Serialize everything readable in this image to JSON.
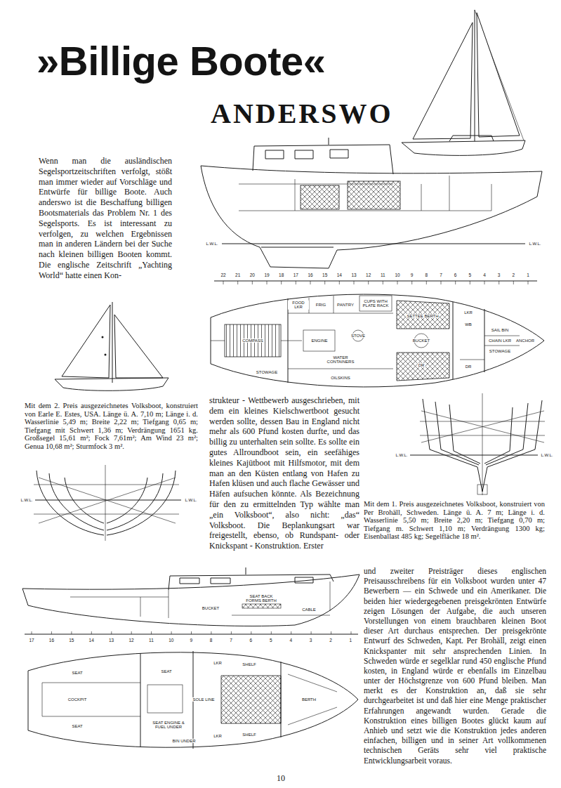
{
  "diagram": {
    "title": "»Billige Boote«",
    "labels": [
      "ANDERSWO",
      "Wenn man die ausländischen Segelsportzeitschriften verfolgt, stößt man immer wieder auf Vorschläge und Entwürfe für billige Boote. Auch anderswo ist die Beschaffung billigen Bootsmaterials das Problem Nr. 1 des Segelsports. Es ist interessant zu verfolgen, zu welchen Ergebnissen man in anderen Ländern bei der Suche nach kleinen billigen Booten kommt. Die englische Zeitschrift „Yachting World“ hatte einen Kon-",
      "Mit dem 2. Preis ausgezeichnetes Volksboot, konstruiert von Earle E. Estes, USA. Länge ü. A. 7,10 m; Länge i. d. Wasserlinie 5,49 m; Breite 2,22 m; Tiefgang 0,65 m; Tiefgang mit Schwert 1,36 m; Verdrängung 1651 kg. Großsegel 15,61 m²; Fock 7,61m²; Am Wind 23 m²; Genua 10,68 m²; Sturmfock 3 m².",
      "strukteur - Wettbewerb ausgeschrieben, mit dem ein kleines Kielschwertboot gesucht werden sollte, dessen Bau in England nicht mehr als 600 Pfund kosten durfte, und das billig zu unterhalten sein sollte. Es sollte ein gutes Allroundboot sein, ein seefähiges kleines Kajütboot mit Hilfsmotor, mit dem man an den Küsten entlang von Hafen zu Hafen klüsen und auch flache Gewässer und Häfen aufsuchen könnte. Als Bezeichnung für den zu ermittelnden Typ wählte man „ein Volksboot“, also nicht: „das“ Volksboot. Die Beplankungsart war freigestellt, ebenso, ob Rundspant- oder Knickspant - Konstruktion. Erster",
      "Mit dem 1. Preis ausgezeichnetes Volksboot, konstruiert von Per Brohäll, Schweden. Länge ü. A. 7 m; Länge i. d. Wasserlinie 5,50 m; Breite 2,20 m; Tiefgang 0,70 m; Tiefgang m. Schwert 1,10 m; Verdrängung 1300 kg; Eisenballast 485 kg; Segelfläche 18 m².",
      "und zweiter Preisträger dieses englischen Preisausschreibens für ein Volksboot wurden unter 47 Bewerbern — ein Schwede und ein Amerikaner. Die beiden hier wiedergegebenen preisgekrönten Entwürfe zeigen Lösungen der Aufgabe, die auch unseren Vorstellungen von einem brauchbaren kleinen Boot dieser Art durchaus entsprechen. Der preisgekrönte Entwurf des Schweden, Kapt. Per Brohäll, zeigt einen Knickspanter mit sehr ansprechenden Linien. In Schweden würde er segelklar rund 450 englische Pfund kosten, in England würde er ebenfalls im Einzelbau unter der Höchstgrenze von 600 Pfund bleiben. Man merkt es der Konstruktion an, daß sie sehr durchgearbeitet ist und daß hier eine Menge praktischer Erfahrungen angewandt wurden. Gerade die Konstruktion eines billigen Bootes glückt kaum auf Anhieb und setzt wie die Konstruktion jedes anderen einfachen, billigen und in seiner Art vollkommenen technischen Geräts sehr viel praktische Entwicklungsarbeit voraus.",
      "10",
      "L.W.L.",
      "L.W.L.",
      "CUPS WITH PLATE RACK",
      "FOOD LKR",
      "FRIG",
      "PANTRY",
      "SETTEE BERTH",
      "LKR",
      "WB",
      "SAIL BIN",
      "BUCKET",
      "CHAIN LKR",
      "ANCHOR",
      "STOWAGE",
      "DR",
      "ENGINE",
      "STOVE",
      "WATER CONTAINERS",
      "STOWAGE",
      "OILSKINS",
      "DR",
      "COMPASS",
      "L.W.L.",
      "L.W.L.",
      "L.W.L.",
      "L.W.L.",
      "SEAT BACK FORMS BERTH",
      "BUCKET",
      "CABLE",
      "SEAT",
      "COCKPIT",
      "SEAT",
      "SEAT",
      "SEAT ENGINE & FUEL UNDER",
      "BIN UNDER",
      "LKR",
      "SHELF",
      "SHELF",
      "LKR",
      "SOLE LINE",
      "BERTH",
      "22",
      "21",
      "20",
      "19",
      "18",
      "17",
      "16",
      "15",
      "14",
      "13",
      "12",
      "11",
      "10",
      "9",
      "8",
      "7",
      "6",
      "5",
      "4",
      "3",
      "2",
      "1",
      "17",
      "16",
      "15",
      "14",
      "13",
      "12",
      "11",
      "10",
      "9",
      "8",
      "7",
      "6",
      "5",
      "4",
      "3",
      "2",
      "1"
    ]
  }
}
